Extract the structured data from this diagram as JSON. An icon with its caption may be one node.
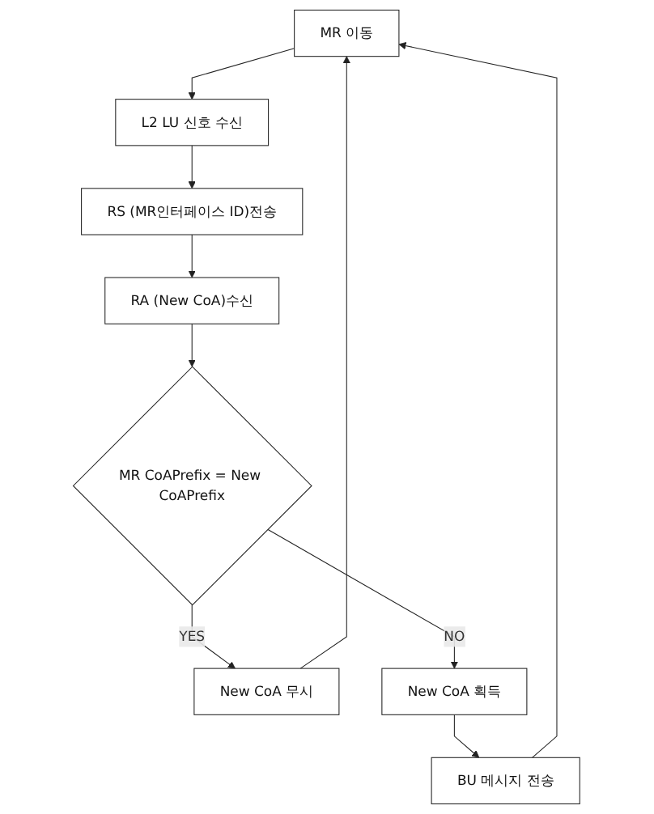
{
  "diagram": {
    "nodes": [
      {
        "text": [
          "MR 이동"
        ]
      },
      {
        "text": [
          "L2 LU 신호 수신"
        ]
      },
      {
        "text": [
          "RS (MR인터페이스 ID)전송"
        ]
      },
      {
        "text": [
          "RA (New CoA)수신"
        ]
      },
      {
        "text": [
          "MR CoAPrefix = New CoAPrefix"
        ]
      },
      {
        "text": [
          "New CoA 무시"
        ]
      },
      {
        "text": [
          "New CoA 획득"
        ]
      },
      {
        "text": [
          "BU 메시지 전송"
        ]
      }
    ],
    "edges": [
      {
        "from": 0,
        "to": 1,
        "arrow": "to"
      },
      {
        "from": 1,
        "to": 2,
        "arrow": "to"
      },
      {
        "from": 2,
        "to": 3,
        "arrow": "to"
      },
      {
        "from": 3,
        "to": 4,
        "arrow": "to"
      },
      {
        "from": 4,
        "to": 5,
        "arrow": "to",
        "label": "YES"
      },
      {
        "from": 4,
        "to": 6,
        "arrow": "to",
        "label": "NO"
      },
      {
        "from": 5,
        "to": 0,
        "arrow": "to"
      },
      {
        "from": 6,
        "to": 7,
        "arrow": "to"
      },
      {
        "from": 7,
        "to": 0,
        "arrow": "to"
      }
    ]
  }
}
